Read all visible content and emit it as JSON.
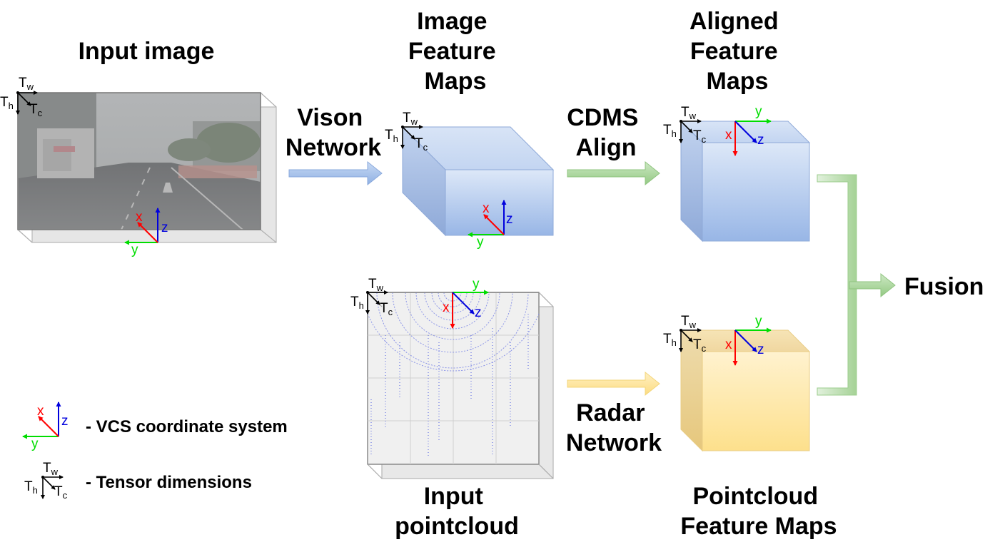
{
  "labels": {
    "input_image": "Input image",
    "image_feature_maps": [
      "Image",
      "Feature",
      "Maps"
    ],
    "vision_network": [
      "Vison",
      "Network"
    ],
    "cdms_align": [
      "CDMS",
      "Align"
    ],
    "aligned_feature_maps": [
      "Aligned",
      "Feature",
      "Maps"
    ],
    "fusion": "Fusion",
    "radar_network": [
      "Radar",
      "Network"
    ],
    "input_pointcloud": [
      "Input",
      "pointcloud"
    ],
    "pointcloud_feature_maps": [
      "Pointcloud",
      "Feature Maps"
    ]
  },
  "legend": {
    "vcs": "- VCS coordinate system",
    "tensor": "- Tensor dimensions"
  },
  "axes": {
    "x": "x",
    "y": "y",
    "z": "z",
    "T": "T",
    "w": "w",
    "h": "h",
    "c": "c"
  },
  "colors": {
    "axis_x": "#ff0000",
    "axis_y": "#00dd00",
    "axis_z": "#0000dd",
    "image_box": "#a4c0ea",
    "pointcloud_box": "#fde49a",
    "vision_arrow": "#a6c4ee",
    "align_arrow": "#a9d89d",
    "radar_arrow": "#fde49a",
    "fusion_arrow": "#a9d89d"
  }
}
